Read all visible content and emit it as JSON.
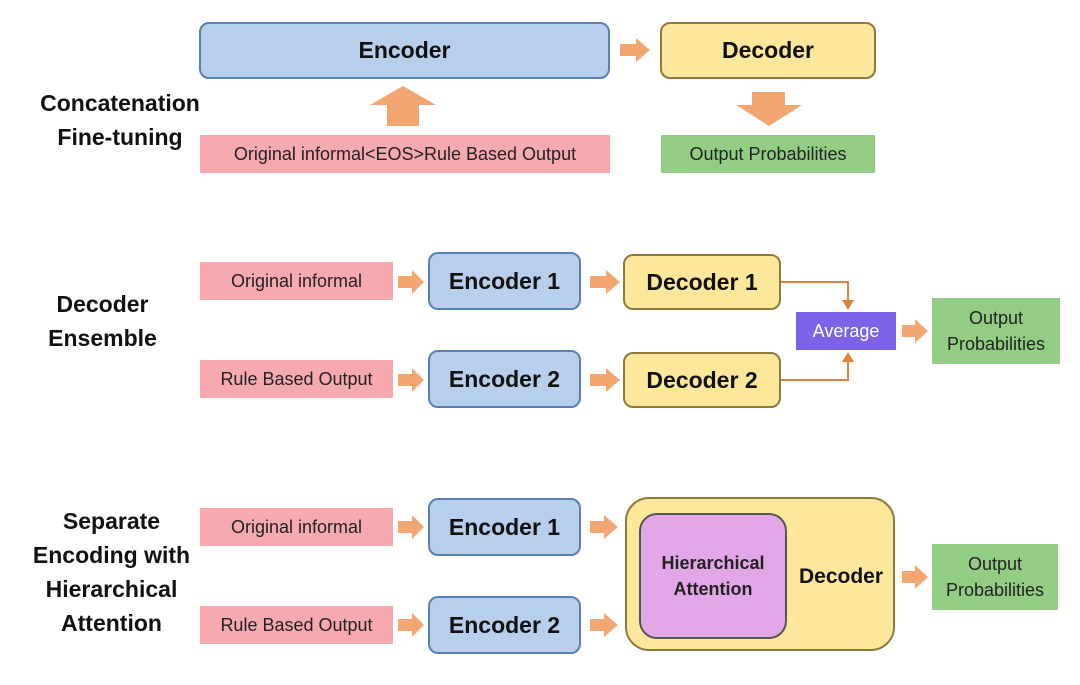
{
  "sections": {
    "concat": {
      "label": [
        "Concatenation",
        "Fine-tuning"
      ],
      "encoder": "Encoder",
      "decoder": "Decoder",
      "input": "Original informal<EOS>Rule Based Output",
      "output": "Output Probabilities"
    },
    "ensemble": {
      "label": [
        "Decoder",
        "Ensemble"
      ],
      "input1": "Original informal",
      "input2": "Rule Based Output",
      "encoder1": "Encoder 1",
      "encoder2": "Encoder 2",
      "decoder1": "Decoder 1",
      "decoder2": "Decoder 2",
      "average": "Average",
      "output": [
        "Output",
        "Probabilities"
      ]
    },
    "hierarchical": {
      "label": [
        "Separate",
        "Encoding with",
        "Hierarchical",
        "Attention"
      ],
      "input1": "Original informal",
      "input2": "Rule Based Output",
      "encoder1": "Encoder 1",
      "encoder2": "Encoder 2",
      "attention": [
        "Hierarchical",
        "Attention"
      ],
      "decoder": "Decoder",
      "output": [
        "Output",
        "Probabilities"
      ]
    }
  },
  "colors": {
    "encoder": "#b7cfea",
    "decoder": "#fde79a",
    "input": "#f6aab0",
    "output": "#93cd83",
    "average": "#7b62e6",
    "attention": "#e3a7e7",
    "arrow": "#f2a773"
  }
}
